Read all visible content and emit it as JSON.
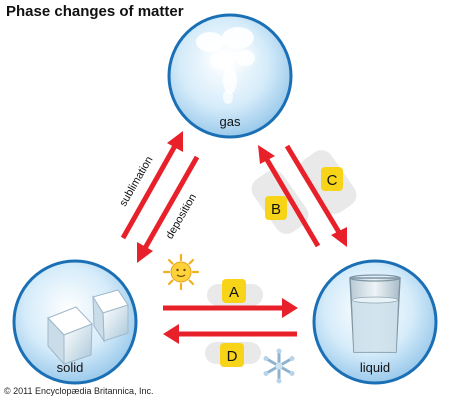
{
  "title": "Phase changes of matter",
  "states": {
    "gas": "gas",
    "solid": "solid",
    "liquid": "liquid"
  },
  "transitions": {
    "sublimation": "sublimation",
    "deposition": "deposition",
    "A": "A",
    "B": "B",
    "C": "C",
    "D": "D"
  },
  "credit": "© 2011 Encyclopædia Britannica, Inc.",
  "colors": {
    "arrow": "#e8202a",
    "badge": "#f7d417",
    "circle_stroke": "#1a6fb5",
    "circle_fill": "#bfe0f5"
  },
  "icons": {
    "sun": "sun-icon",
    "snowflake": "snowflake-icon"
  }
}
